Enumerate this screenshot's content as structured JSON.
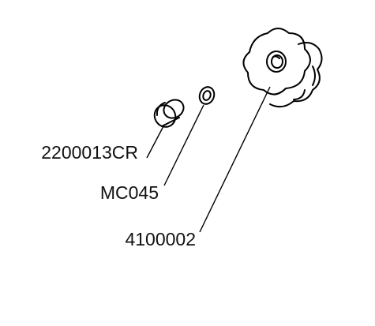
{
  "diagram": {
    "parts": [
      {
        "label": "2200013CR",
        "depicts": "cap-plug"
      },
      {
        "label": "MC045",
        "depicts": "o-ring"
      },
      {
        "label": "4100002",
        "depicts": "star-knob"
      }
    ]
  }
}
